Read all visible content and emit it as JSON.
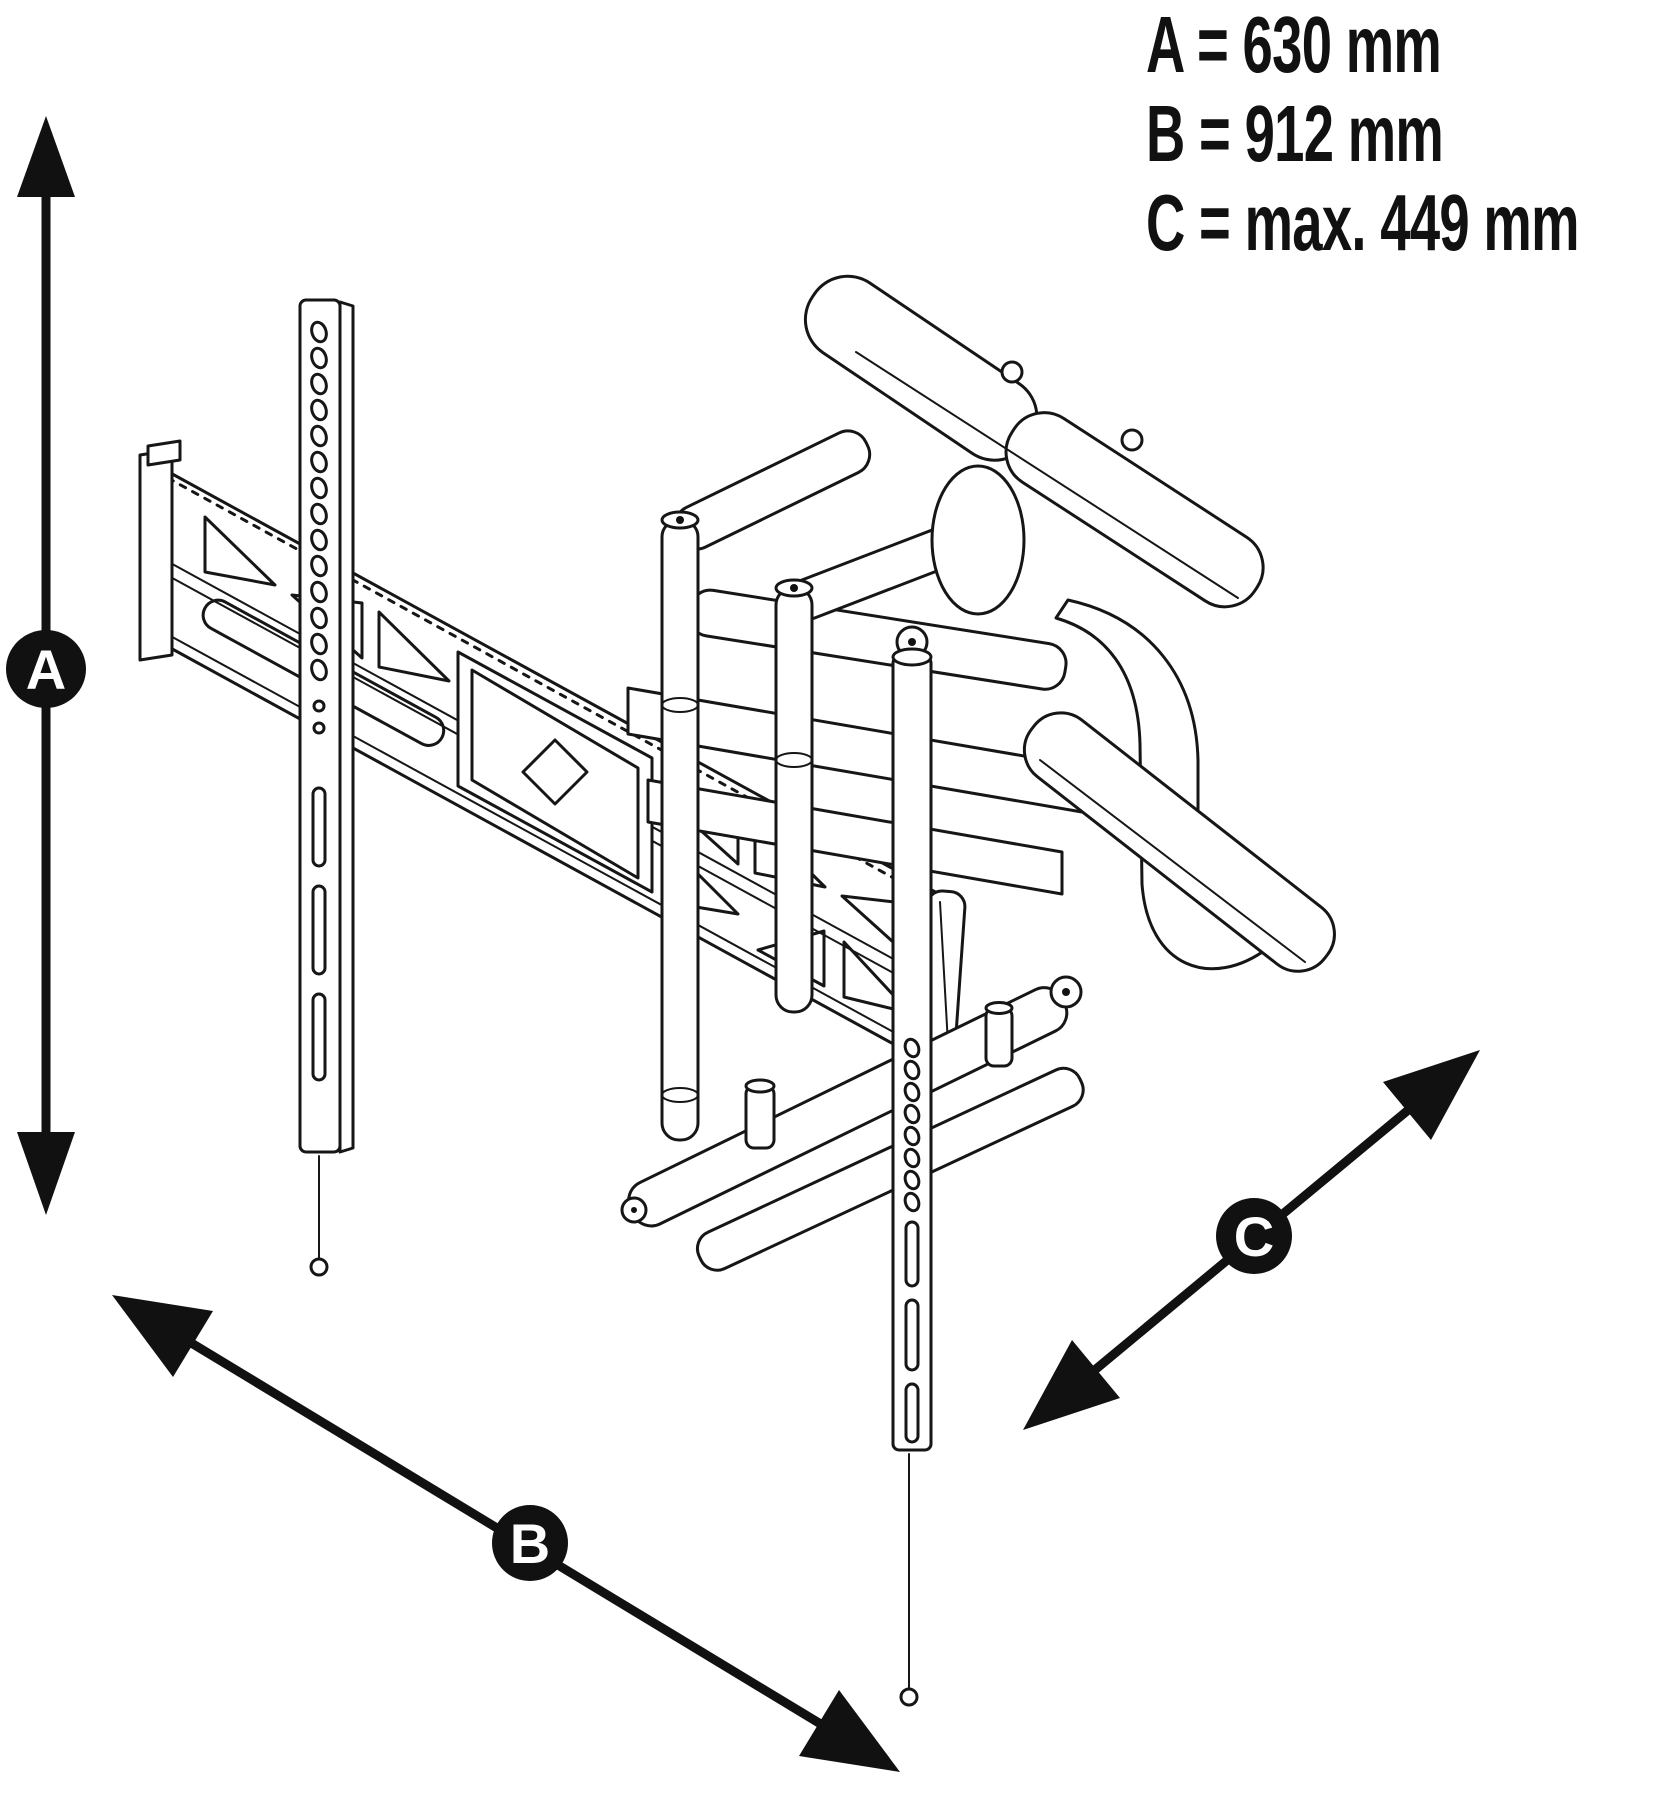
{
  "page": {
    "type": "technical-dimension-diagram",
    "subject": "articulating TV wall mount bracket",
    "background": "#ffffff"
  },
  "legend": {
    "lines": [
      {
        "id": "A",
        "text": "A = 630 mm"
      },
      {
        "id": "B",
        "text": "B = 912 mm"
      },
      {
        "id": "C",
        "text": "C = max. 449 mm"
      }
    ]
  },
  "dimensions": {
    "a": {
      "label": "A",
      "value": "630 mm",
      "orientation": "vertical"
    },
    "b": {
      "label": "B",
      "value": "912 mm",
      "orientation": "diagonal width"
    },
    "c": {
      "label": "C",
      "value": "max. 449 mm",
      "orientation": "diagonal depth"
    }
  },
  "illustration": {
    "parts": [
      "wall-plate-truss",
      "left-vesa-rail",
      "right-vesa-rail",
      "center-lock-plate-with-diamond",
      "articulating-arm-assembly",
      "tv-bracket-top-wing",
      "tv-bracket-bottom-wing",
      "plumb-line-left",
      "plumb-line-right"
    ]
  },
  "colors": {
    "ink": "#161616",
    "dimension": "#111111",
    "badge_fill": "#111111",
    "badge_text": "#ffffff",
    "background": "#ffffff"
  }
}
